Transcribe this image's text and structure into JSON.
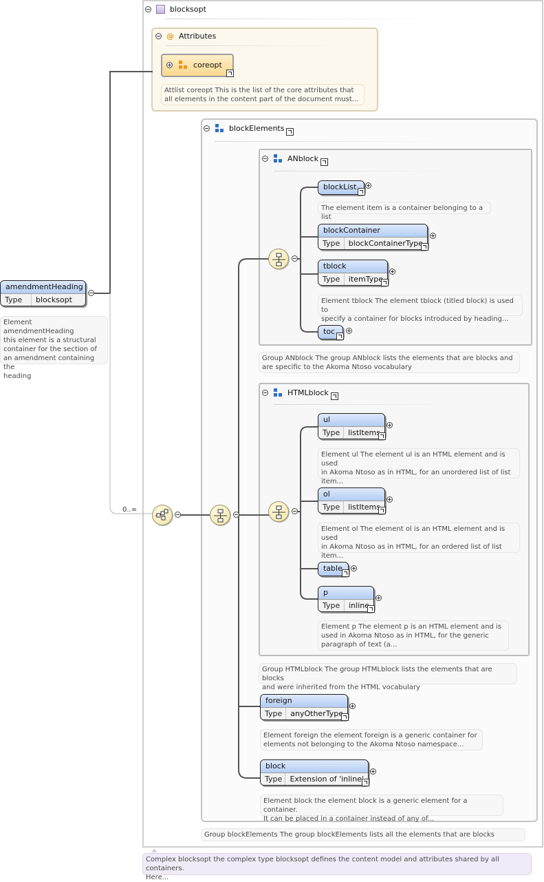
{
  "root_element": {
    "name": "amendmentHeading",
    "type_label": "Type",
    "type": "blocksopt",
    "doc": "Element amendmentHeading\nthis element is a structural\ncontainer for the section of\nan amendment containing the\nheading"
  },
  "complex_type": {
    "name": "blocksopt",
    "doc": "Complex blocksopt the complex type blocksopt defines the content model and attributes shared by all containers.\nHere..."
  },
  "attributes": {
    "label": "Attributes",
    "attlist_name": "coreopt",
    "attlist_doc": "Attlist coreopt This is the list of the core attributes that\nall elements in the content part of the document must..."
  },
  "choice_cardinality": "0..∞",
  "block_elements": {
    "name": "blockElements",
    "doc": "Group blockElements The group blockElements lists all the elements that are blocks"
  },
  "an_block": {
    "name": "ANblock",
    "doc": "Group ANblock The group ANblock lists the elements that are blocks and\nare specific to the Akoma Ntoso vocabulary",
    "block_list": {
      "name": "blockList",
      "doc": "The element item is a container belonging to a list"
    },
    "block_container": {
      "name": "blockContainer",
      "type_label": "Type",
      "type": "blockContainerType"
    },
    "tblock": {
      "name": "tblock",
      "type_label": "Type",
      "type": "itemType",
      "doc": "Element tblock The element tblock (titled block) is used to\nspecify a container for blocks introduced by heading..."
    },
    "toc": {
      "name": "toc"
    }
  },
  "html_block": {
    "name": "HTMLblock",
    "doc": "Group HTMLblock The group HTMLblock lists the elements that are blocks\nand were inherited from the HTML vocabulary",
    "ul": {
      "name": "ul",
      "type_label": "Type",
      "type": "listItems",
      "doc": "Element ul The element ul is an HTML element and is used\nin Akoma Ntoso as in HTML, for an unordered list of list\nitem..."
    },
    "ol": {
      "name": "ol",
      "type_label": "Type",
      "type": "listItems",
      "doc": "Element ol The element ol is an HTML element and is used\nin Akoma Ntoso as in HTML, for an ordered list of list\nitem..."
    },
    "table": {
      "name": "table"
    },
    "p": {
      "name": "p",
      "type_label": "Type",
      "type": "inline",
      "doc": "Element p The element p is an HTML element and is\nused in Akoma Ntoso as in HTML, for the generic\nparagraph of text (a..."
    }
  },
  "foreign": {
    "name": "foreign",
    "type_label": "Type",
    "type": "anyOtherType",
    "doc": "Element foreign the element foreign is a generic container for\nelements not belonging to the Akoma Ntoso namespace..."
  },
  "block": {
    "name": "block",
    "type_label": "Type",
    "type": "Extension of 'inline'",
    "doc": "Element block the element block is a generic element for a container.\nIt can be placed in a container instead of any of..."
  }
}
